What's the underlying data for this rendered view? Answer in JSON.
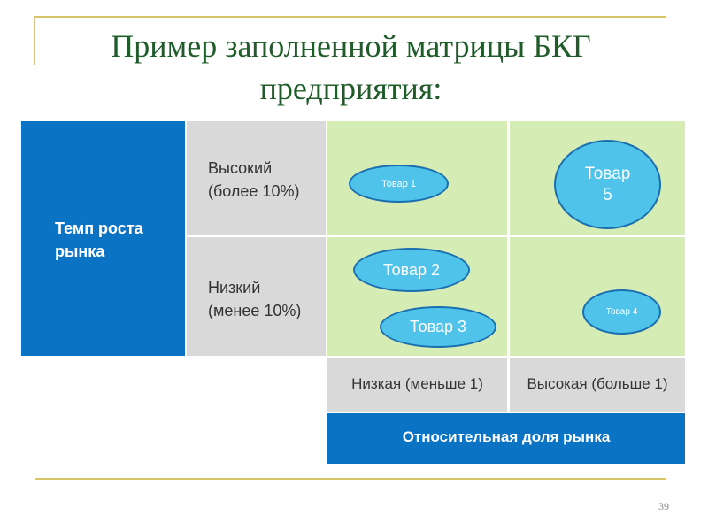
{
  "slide": {
    "title": "Пример заполненной матрицы БКГ предприятия:",
    "page_number": "39"
  },
  "matrix": {
    "y_axis_label": "Темп роста\nрынка",
    "rows": {
      "high": "Высокий\n(более 10%)",
      "low": "Низкий\n(менее 10%)"
    },
    "columns": {
      "low": "Низкая (меньше 1)",
      "high": "Высокая (больше 1)"
    },
    "x_axis_label": "Относительная доля рынка",
    "products": [
      {
        "label": "Товар 1",
        "growth": "Высокий",
        "share": "Низкая"
      },
      {
        "label": "Товар\n5",
        "growth": "Высокий",
        "share": "Высокая"
      },
      {
        "label": "Товар 2",
        "growth": "Низкий",
        "share": "Низкая"
      },
      {
        "label": "Товар 3",
        "growth": "Низкий",
        "share": "Низкая"
      },
      {
        "label": "Товар 4",
        "growth": "Низкий",
        "share": "Высокая"
      }
    ],
    "colors": {
      "axis_blue": "#0a73c4",
      "label_gray": "#d9d9d9",
      "quadrant_green": "#d6ecb5",
      "bubble_fill": "#4fc3ea",
      "bubble_border": "#1a6fb0",
      "title_green": "#1f5c2a"
    }
  }
}
